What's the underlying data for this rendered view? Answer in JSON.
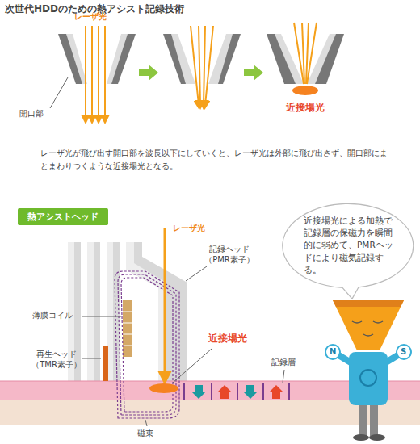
{
  "diagram": {
    "title": "次世代HDDのための熱アシスト記録技術",
    "nodes": [
      {
        "text": [
          "熱アシストヘッド"
        ]
      },
      {
        "text": [
          "近接場光による加熱で記録層の保磁力を瞬間的に弱めて、PMRヘッドにより磁気記録する。"
        ]
      }
    ],
    "labels": [
      "レーザ光",
      "開口部",
      "近接場光",
      "レーザ光が飛び出す開口部を波長以下にしていくと、レーザ光は外部に飛び出さず、開口部にまとまわりつくような近接場光となる。",
      "レーザ光",
      "記録ヘッド （PMR素子）",
      "薄膜コイル",
      "再生ヘッド （TMR素子）",
      "近接場光",
      "記録層",
      "磁束",
      "?",
      "N",
      "S"
    ]
  }
}
